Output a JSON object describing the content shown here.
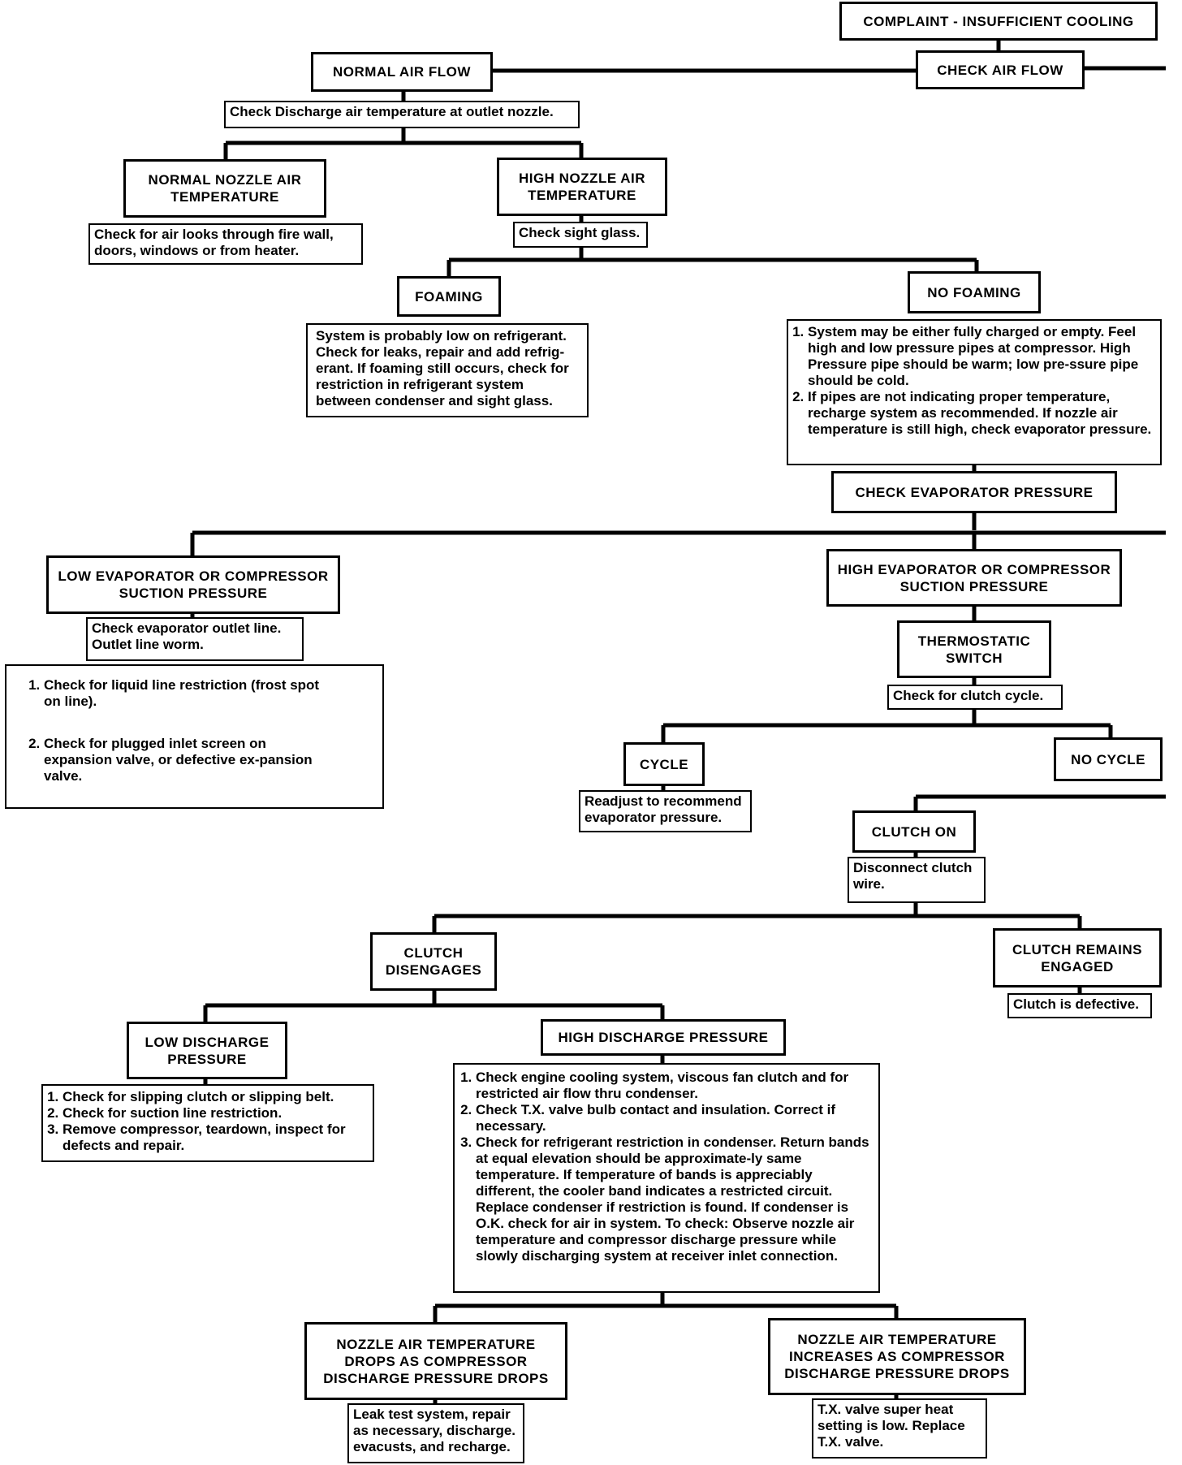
{
  "nodes": {
    "complaint": "COMPLAINT - INSUFFICIENT COOLING",
    "check_air_flow": "CHECK AIR FLOW",
    "normal_air_flow": "NORMAL AIR FLOW",
    "check_discharge_temp": "Check Discharge air temperature at outlet nozzle.",
    "normal_nozzle_temp": "NORMAL NOZZLE AIR TEMPERATURE",
    "check_air_leaks": "Check for air looks through fire wall, doors, windows or from heater.",
    "high_nozzle_temp": "HIGH NOZZLE AIR TEMPERATURE",
    "check_sight_glass": "Check sight glass.",
    "foaming": "FOAMING",
    "foaming_note": "System is probably low on refrigerant. Check for leaks, repair and add refrig-erant. If foaming still occurs, check for restriction in refrigerant system between condenser and sight glass.",
    "no_foaming": "NO FOAMING",
    "no_foaming_items": [
      "System may be either fully charged or empty. Feel high and low pressure pipes at compressor. High Pressure pipe should be warm; low pre-ssure pipe should be cold.",
      "If pipes are not indicating proper temperature, recharge system as recommended. If nozzle air temperature is still high, check evaporator pressure."
    ],
    "check_evap_pressure": "CHECK EVAPORATOR PRESSURE",
    "low_evap": "LOW EVAPORATOR OR COMPRESSOR SUCTION PRESSURE",
    "check_evap_outlet": "Check evaporator outlet line. Outlet line worm.",
    "low_evap_items": [
      "Check for liquid line restriction (frost spot on line).",
      "Check for plugged inlet screen on expansion valve, or defective ex-pansion valve."
    ],
    "high_evap": "HIGH EVAPORATOR OR COMPRESSOR SUCTION PRESSURE",
    "thermostatic_switch": "THERMOSTATIC SWITCH",
    "check_clutch_cycle": "Check for clutch cycle.",
    "cycle": "CYCLE",
    "readjust": "Readjust to recommend evaporator pressure.",
    "no_cycle": "NO CYCLE",
    "clutch_on": "CLUTCH ON",
    "disconnect_wire": "Disconnect clutch wire.",
    "clutch_disengages": "CLUTCH DISENGAGES",
    "clutch_remains": "CLUTCH REMAINS ENGAGED",
    "clutch_defective": "Clutch is defective.",
    "low_discharge": "LOW DISCHARGE PRESSURE",
    "low_discharge_items": [
      "Check for slipping clutch or slipping belt.",
      "Check for suction line restriction.",
      "Remove compressor, teardown, inspect for defects and repair."
    ],
    "high_discharge": "HIGH DISCHARGE PRESSURE",
    "high_discharge_items": [
      "Check engine cooling system, viscous fan clutch and for restricted air flow thru condenser.",
      "Check T.X. valve bulb contact and insulation. Correct if necessary.",
      "Check for refrigerant restriction in condenser. Return bands at equal elevation should be approximate-ly same temperature. If temperature of bands is appreciably different, the cooler band indicates a restricted circuit. Replace condenser if restriction is found. If condenser is O.K. check for air in system. To check: Observe nozzle air temperature and compressor discharge pressure while slowly discharging system at receiver inlet connection."
    ],
    "nozzle_drops": "NOZZLE AIR TEMPERATURE DROPS AS COMPRESSOR DISCHARGE PRESSURE DROPS",
    "leak_test": "Leak test system, repair as necessary, discharge. evacusts, and recharge.",
    "nozzle_increases": "NOZZLE AIR TEMPERATURE INCREASES AS COMPRESSOR DISCHARGE PRESSURE DROPS",
    "tx_valve": "T.X. valve super heat setting is low. Replace T.X. valve."
  }
}
